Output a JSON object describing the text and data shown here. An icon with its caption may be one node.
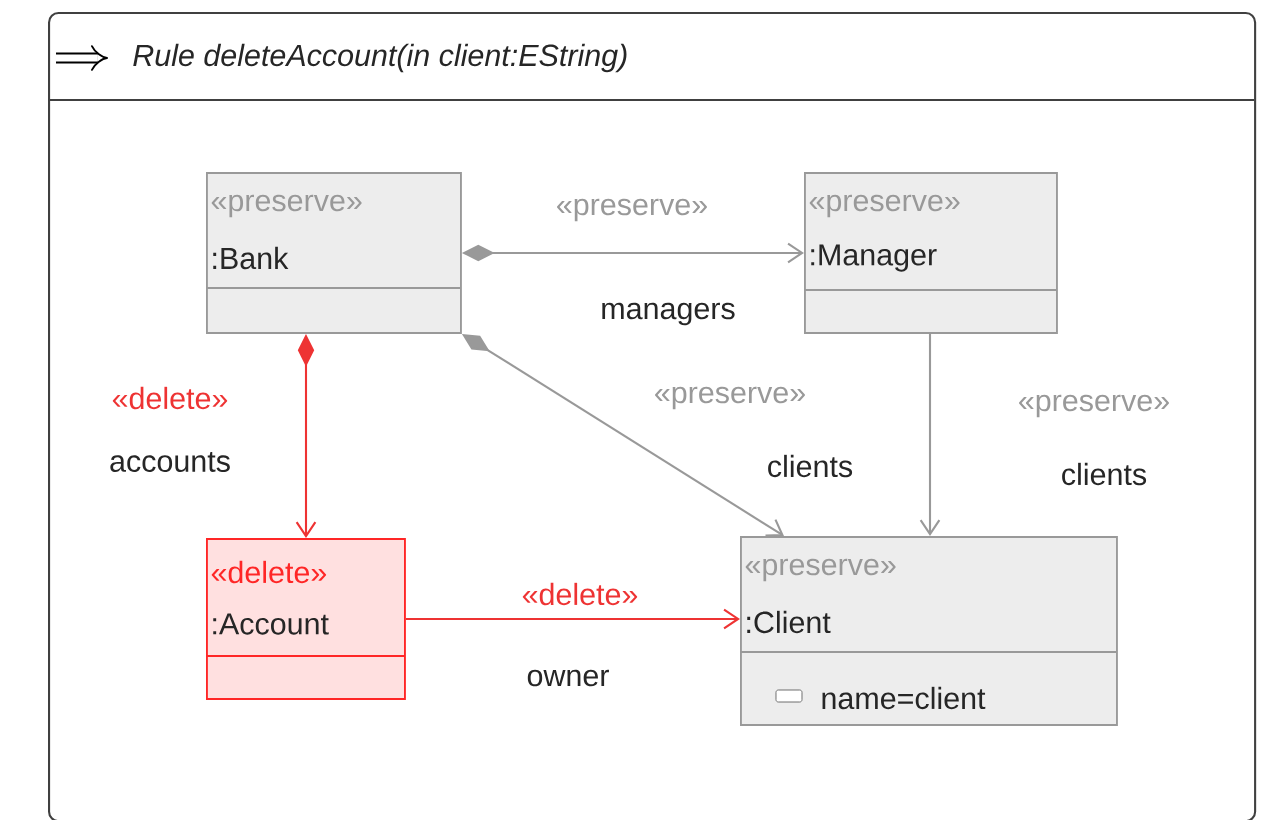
{
  "diagram": {
    "nodes": [
      {
        "text": [
          "Rule deleteAccount(in client:EString)"
        ]
      },
      {
        "text": [
          "«preserve»",
          ":Bank"
        ],
        "in": 0
      },
      {
        "text": [
          "«preserve»",
          ":Manager"
        ],
        "in": 0
      },
      {
        "text": [
          "«delete»",
          ":Account"
        ],
        "in": 0
      },
      {
        "text": [
          "«preserve»",
          ":Client",
          "name=client"
        ],
        "in": 0
      }
    ],
    "edges": [
      {
        "from": 1,
        "to": 2,
        "arrow": "to",
        "label": "«preserve»"
      },
      {
        "from": 1,
        "to": 3,
        "arrow": "to",
        "label": "«delete»",
        "color": "#ee3333"
      },
      {
        "from": 1,
        "to": 4,
        "arrow": "to",
        "label": "«preserve»"
      },
      {
        "from": 2,
        "to": 4,
        "arrow": "to",
        "label": "«preserve»"
      },
      {
        "from": 3,
        "to": 4,
        "arrow": "to",
        "label": "«delete»",
        "color": "#ee3333"
      }
    ],
    "labels": [
      "managers",
      "accounts",
      "clients",
      "clients",
      "owner"
    ]
  }
}
